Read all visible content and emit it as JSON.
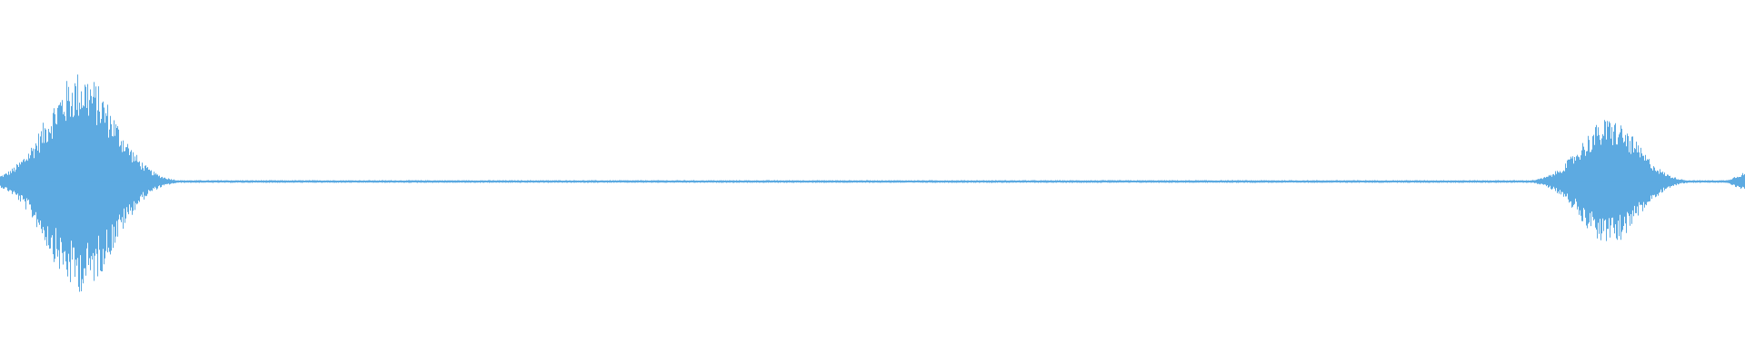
{
  "waveform": {
    "color": "#5DAAE1",
    "background": "#FFFFFF",
    "bursts": [
      {
        "center": 0.046,
        "width": 0.04,
        "amplitude": 0.98
      },
      {
        "center": 0.922,
        "width": 0.034,
        "amplitude": 0.56
      },
      {
        "center": 1.0,
        "width": 0.012,
        "amplitude": 0.08
      }
    ],
    "baseline_noise": 0.012
  }
}
